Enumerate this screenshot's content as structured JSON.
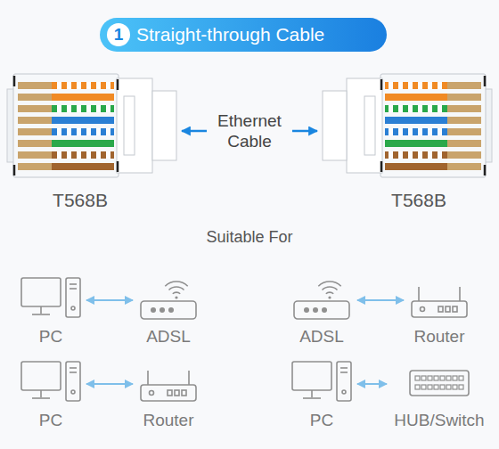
{
  "diagram": {
    "title": "Straight-through Cable",
    "nodes": [
      {
        "text": [
          "T568B"
        ]
      },
      {
        "text": [
          "T568B"
        ]
      },
      {
        "text": [
          "PC"
        ]
      },
      {
        "text": [
          "ADSL"
        ]
      },
      {
        "text": [
          "ADSL"
        ]
      },
      {
        "text": [
          "Router"
        ]
      },
      {
        "text": [
          "PC"
        ]
      },
      {
        "text": [
          "Router"
        ]
      },
      {
        "text": [
          "PC"
        ]
      },
      {
        "text": [
          "HUB/Switch"
        ]
      }
    ],
    "edges": [
      {
        "from": 2,
        "to": 3,
        "arrow": "both"
      },
      {
        "from": 4,
        "to": 5,
        "arrow": "both"
      },
      {
        "from": 6,
        "to": 7,
        "arrow": "both"
      },
      {
        "from": 8,
        "to": 9,
        "arrow": "both"
      }
    ],
    "labels": [
      "1",
      "Ethernet Cable",
      "Suitable For"
    ]
  }
}
